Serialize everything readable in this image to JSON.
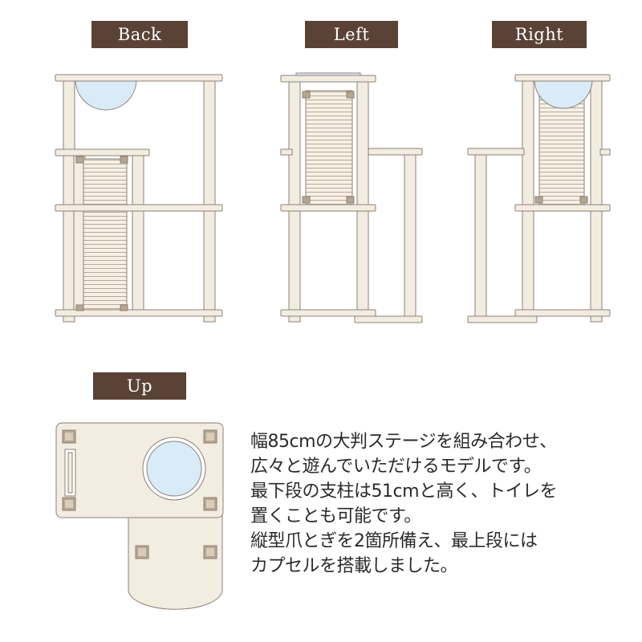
{
  "views": {
    "back_label": "Back",
    "left_label": "Left",
    "right_label": "Right",
    "up_label": "Up"
  },
  "description": {
    "lines": [
      "幅85cmの大判ステージを組み合わせ、",
      "広々と遊んでいただけるモデルです。",
      "最下段の支柱は51cmと高く、トイレを",
      "置くことも可能です。",
      "縦型爪とぎを2箇所備え、最上段には",
      "カプセルを搭載しました。"
    ]
  },
  "colors": {
    "wood": "#f3ece1",
    "outline": "#8c8079",
    "label_bg": "#5a4237",
    "capsule": "#d8ebf6",
    "sisal": "#e9ddc9",
    "post_cap": "#b6a690"
  }
}
